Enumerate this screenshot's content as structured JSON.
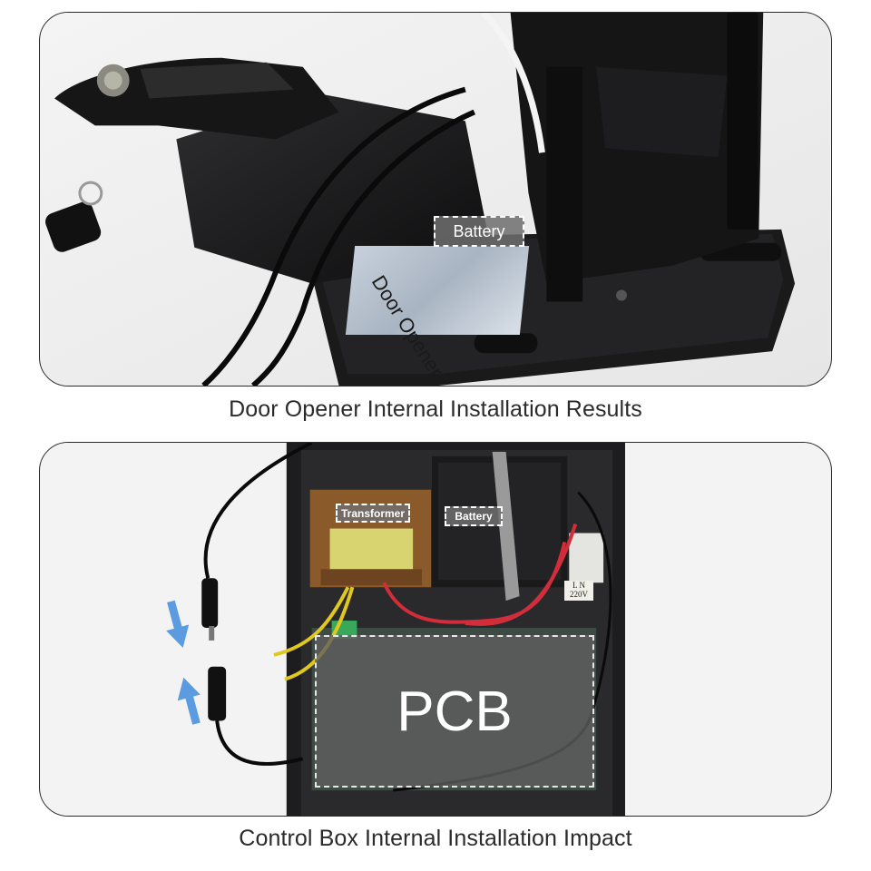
{
  "panels": {
    "top": {
      "caption": "Door Opener Internal Installation Results",
      "battery_tag": "Battery",
      "product_label": "Door Opener"
    },
    "bottom": {
      "caption": "Control Box Internal Installation Impact",
      "transformer_tag": "Transformer",
      "battery_tag": "Battery",
      "pcb_tag": "PCB",
      "voltage_label": "L N 220V",
      "arrow_color": "#5b9be0"
    }
  }
}
